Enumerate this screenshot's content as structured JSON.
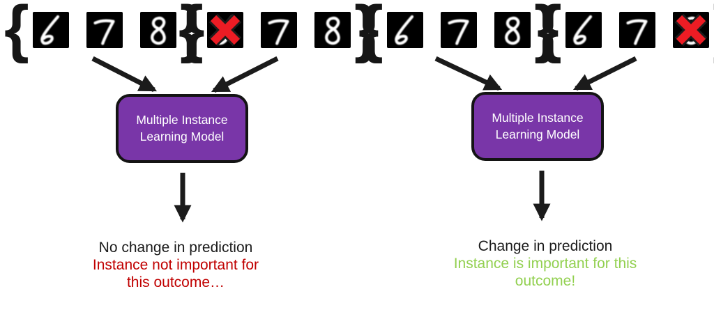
{
  "figure": {
    "description": "Multiple Instance Learning explanation diagram"
  },
  "braces": {
    "open": "{",
    "close": "}"
  },
  "bags": [
    {
      "name": "bag-1",
      "tiles": [
        {
          "digit": "6",
          "crossed": false
        },
        {
          "digit": "7",
          "crossed": false
        },
        {
          "digit": "8",
          "crossed": false
        }
      ]
    },
    {
      "name": "bag-2",
      "tiles": [
        {
          "digit": "6",
          "crossed": true
        },
        {
          "digit": "7",
          "crossed": false
        },
        {
          "digit": "8",
          "crossed": false
        }
      ]
    },
    {
      "name": "bag-3",
      "tiles": [
        {
          "digit": "6",
          "crossed": false
        },
        {
          "digit": "7",
          "crossed": false
        },
        {
          "digit": "8",
          "crossed": false
        }
      ]
    },
    {
      "name": "bag-4",
      "tiles": [
        {
          "digit": "6",
          "crossed": false
        },
        {
          "digit": "7",
          "crossed": false
        },
        {
          "digit": "8",
          "crossed": true
        }
      ]
    }
  ],
  "models": [
    {
      "label": "Multiple Instance Learning Model"
    },
    {
      "label": "Multiple Instance Learning Model"
    }
  ],
  "outcomes": {
    "left": {
      "heading": "No change in prediction",
      "detail_line1": "Instance not important for",
      "detail_line2": "this outcome…",
      "detail_color": "#C00000"
    },
    "right": {
      "heading": "Change in prediction",
      "detail_line1": "Instance is important for this",
      "detail_line2": "outcome!",
      "detail_color": "#92D050"
    }
  },
  "colors": {
    "model_fill": "#7936A8",
    "model_border": "#141414",
    "arrow": "#1b1b1b",
    "cross_red": "#ED1C24",
    "cross_outline": "#1c1c1c",
    "tile_background": "#000000",
    "digit_stroke": "#FFFFFF",
    "heading_text": "#1a1a1a"
  }
}
